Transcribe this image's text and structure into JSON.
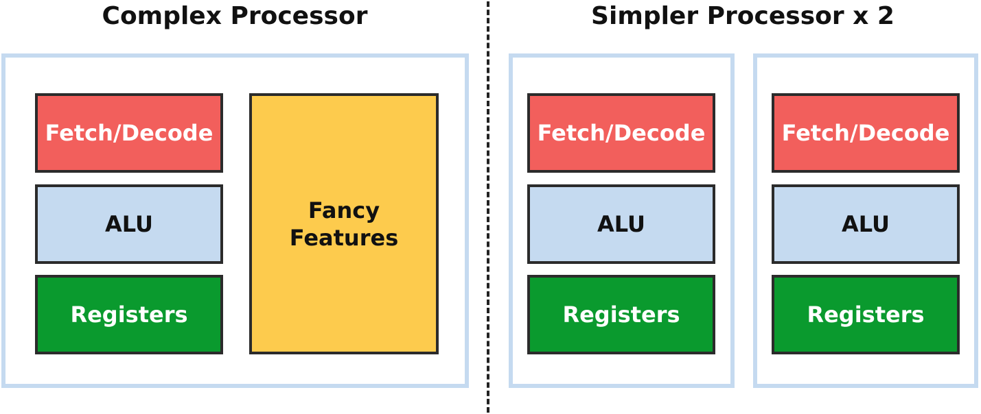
{
  "left_title": "Complex Processor",
  "right_title": "Simpler Processor x 2",
  "complex": {
    "fetch": "Fetch/Decode",
    "alu": "ALU",
    "registers": "Registers",
    "fancy_line1": "Fancy",
    "fancy_line2": "Features"
  },
  "simple_cores": [
    {
      "fetch": "Fetch/Decode",
      "alu": "ALU",
      "registers": "Registers"
    },
    {
      "fetch": "Fetch/Decode",
      "alu": "ALU",
      "registers": "Registers"
    }
  ],
  "colors": {
    "fetch_decode": "#f25f5c",
    "alu": "#c5daf0",
    "registers": "#0a9a2e",
    "fancy_features": "#fdcb4d",
    "processor_border": "#c5daf0"
  }
}
